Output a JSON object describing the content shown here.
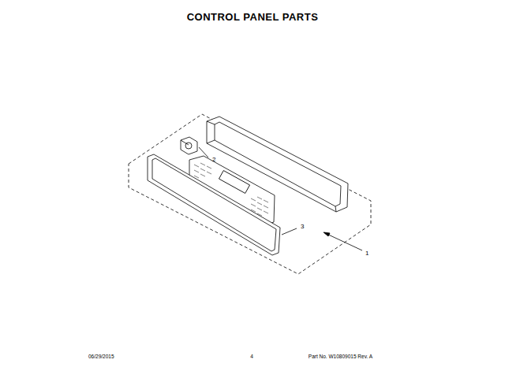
{
  "diagram": {
    "title": "CONTROL PANEL PARTS",
    "labels": [
      "2",
      "3",
      "1",
      "06/29/2015",
      "4",
      "Part No. W10809015  Rev. A"
    ]
  }
}
